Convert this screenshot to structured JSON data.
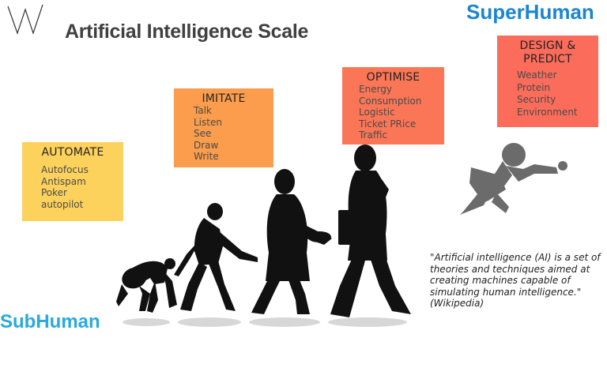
{
  "title": "Artificial Intelligence Scale",
  "super_label": "SuperHuman",
  "sub_label": "SubHuman",
  "colors": {
    "automate": "#fdd25c",
    "imitate": "#fb9d4c",
    "optimise": "#fb7656",
    "design": "#fb6c5b",
    "super_label": "#1b86cf",
    "sub_label": "#29a9df",
    "silhouette": "#111111",
    "superhero": "#6b6b6b"
  },
  "boxes": {
    "automate": {
      "heading": "AUTOMATE",
      "items": [
        "Autofocus",
        "Antispam",
        "Poker",
        "autopilot"
      ]
    },
    "imitate": {
      "heading": "IMITATE",
      "items": [
        "Talk",
        "Listen",
        "See",
        "Draw",
        "Write"
      ]
    },
    "optimise": {
      "heading": "OPTIMISE",
      "items": [
        "Energy",
        "Consumption",
        "Logistic",
        "Ticket PRice",
        "Traffic"
      ]
    },
    "design": {
      "heading_line1": "DESIGN &",
      "heading_line2": "PREDICT",
      "items": [
        "Weather",
        "Protein",
        "Security",
        "Environment"
      ]
    }
  },
  "quote": {
    "text": "\"Artificial intelligence (AI) is a set of  theories and techniques aimed at creating machines capable of simulating human intelligence.\"",
    "source": "(Wikipedia)"
  },
  "icons": {
    "logo": "w-logo",
    "evolution": "human-evolution-silhouettes",
    "superhero": "flying-superhero-silhouette"
  }
}
